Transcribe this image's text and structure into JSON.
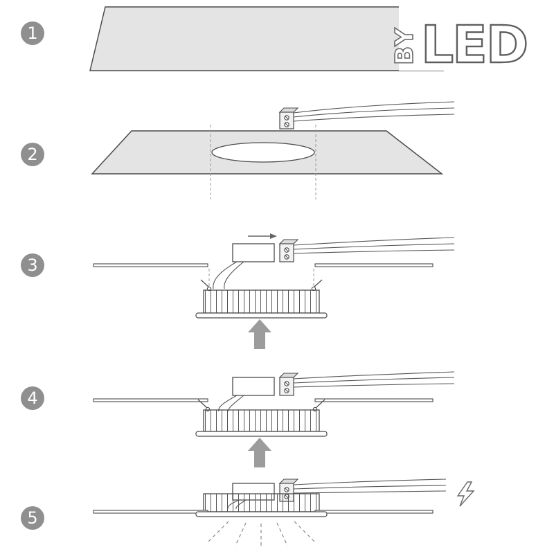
{
  "logo": {
    "by": "BY",
    "led": "LED"
  },
  "steps": [
    {
      "number": "1"
    },
    {
      "number": "2"
    },
    {
      "number": "3"
    },
    {
      "number": "4"
    },
    {
      "number": "5"
    }
  ],
  "colors": {
    "badge": "#8f8f8f",
    "panel": "#e4e4e4",
    "arrow": "#9c9c9c"
  }
}
